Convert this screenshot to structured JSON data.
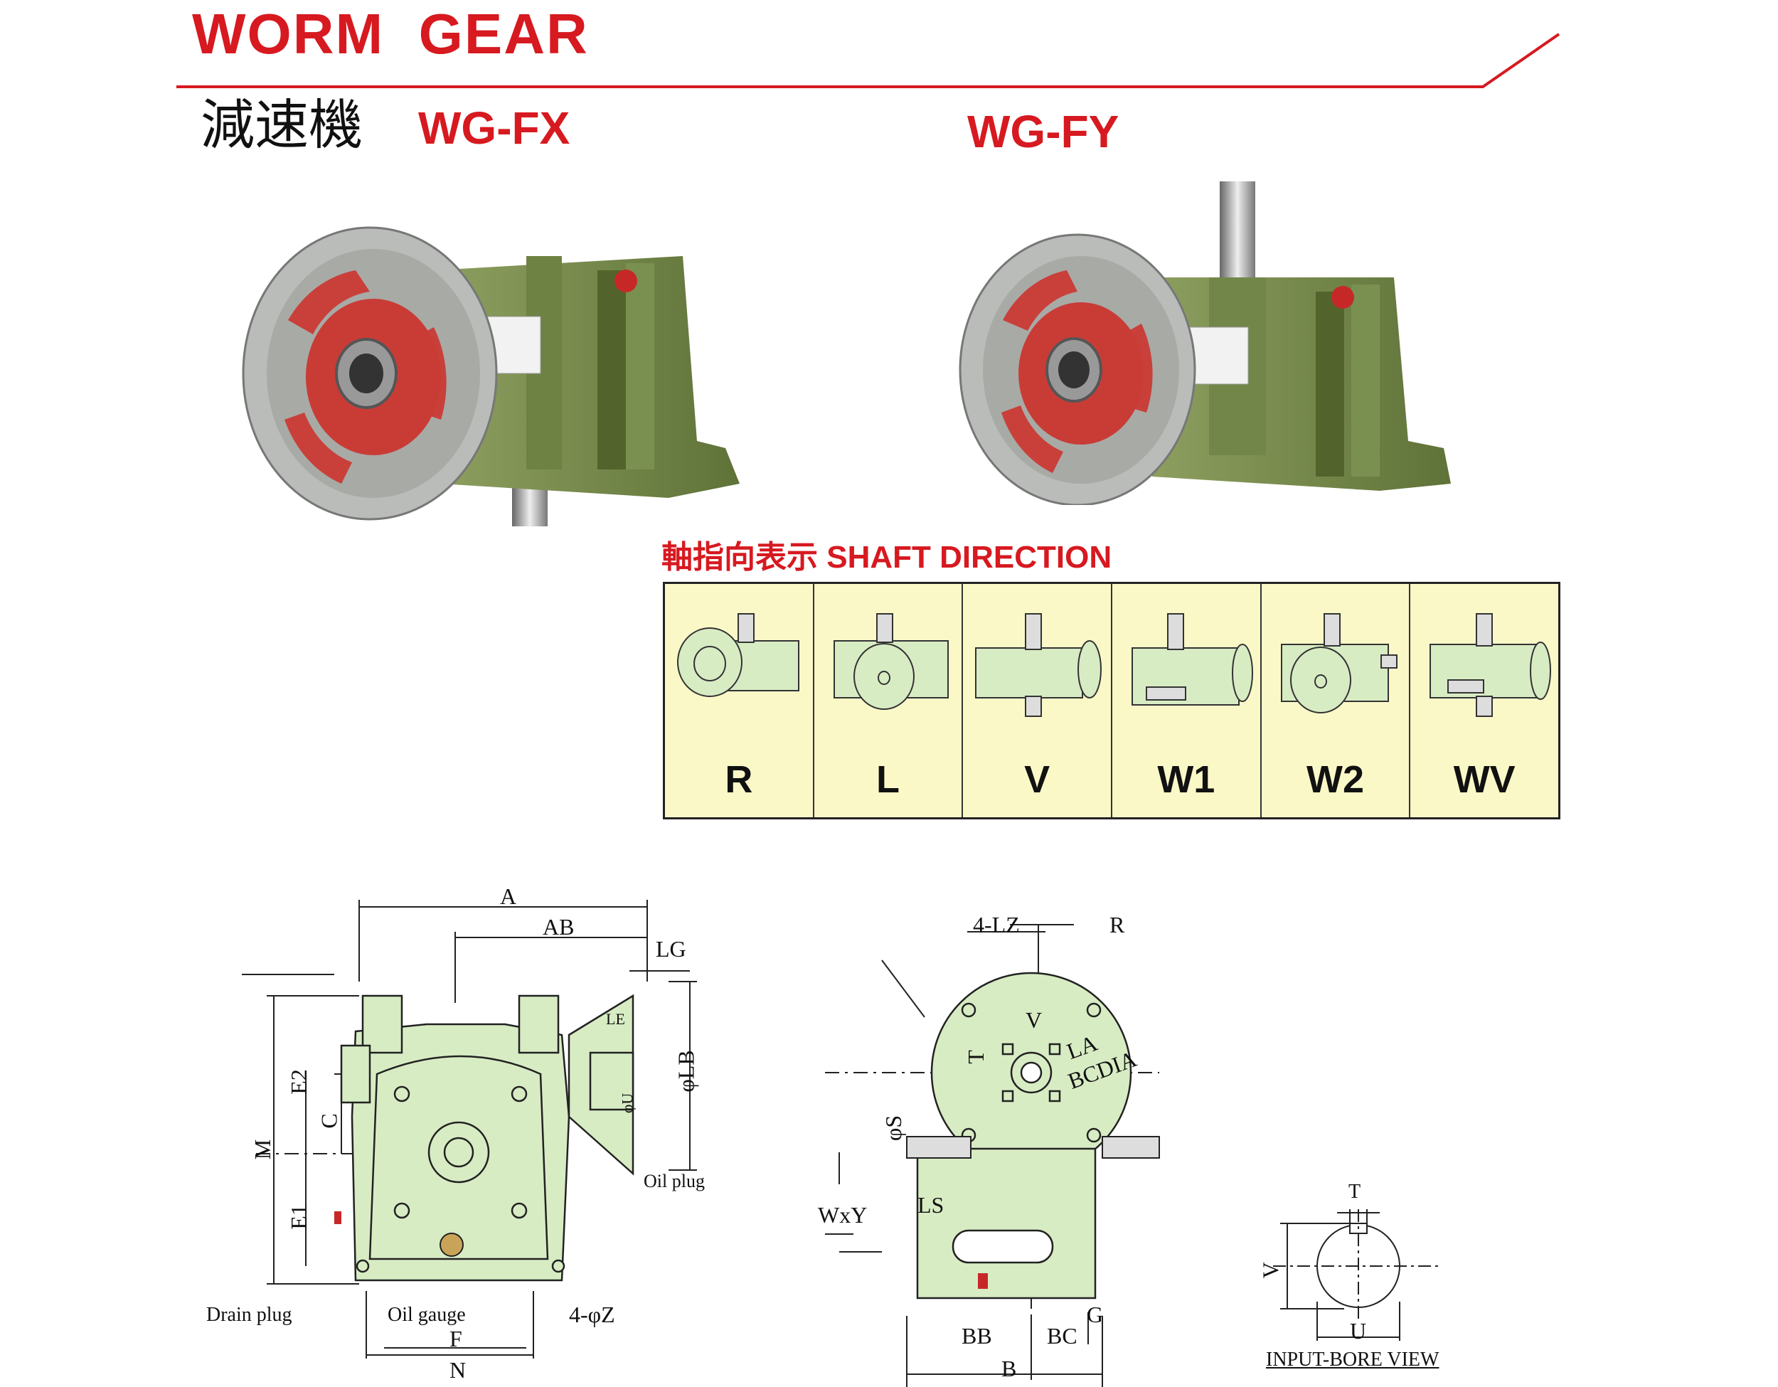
{
  "header": {
    "title": "WORM  GEAR",
    "cn_title": "減速機",
    "model_fx": "WG-FX",
    "model_fy": "WG-FY"
  },
  "shaft_direction": {
    "heading_cn": "軸指向表示",
    "heading_en": "SHAFT DIRECTION",
    "options": [
      {
        "label": "R",
        "icon": "gearbox-r-icon"
      },
      {
        "label": "L",
        "icon": "gearbox-l-icon"
      },
      {
        "label": "V",
        "icon": "gearbox-v-icon"
      },
      {
        "label": "W1",
        "icon": "gearbox-w1-icon"
      },
      {
        "label": "W2",
        "icon": "gearbox-w2-icon"
      },
      {
        "label": "WV",
        "icon": "gearbox-wv-icon"
      }
    ]
  },
  "front_view": {
    "dims": [
      "A",
      "AB",
      "LG",
      "LE",
      "φLB",
      "φU",
      "E2",
      "C",
      "M",
      "E1",
      "F",
      "N"
    ],
    "notes": [
      "Oil plug",
      "Drain plug",
      "Oil gauge",
      "4-φZ"
    ]
  },
  "side_view": {
    "dims": [
      "4-LZ",
      "R",
      "V",
      "T",
      "LA",
      "BCDIA",
      "φS",
      "WxY",
      "LS",
      "G",
      "BB",
      "BC",
      "B"
    ]
  },
  "input_bore": {
    "dims": [
      "T",
      "V",
      "U"
    ],
    "caption": "INPUT-BORE VIEW"
  },
  "colors": {
    "accent": "#d71920",
    "casing": "#d8ecc4",
    "table_bg": "#fbf8c8",
    "product_green": "#7a8f4e"
  }
}
